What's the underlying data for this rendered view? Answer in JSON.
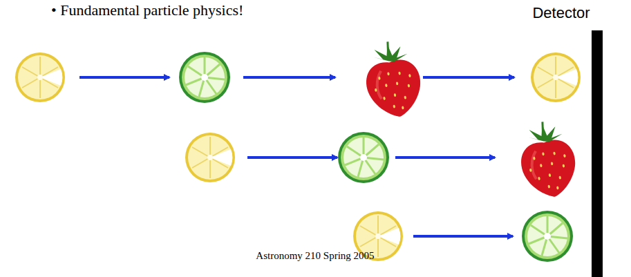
{
  "diagram": {
    "labels": [
      "• Fundamental particle physics!",
      "Detector",
      "Astronomy 210 Spring 2005"
    ]
  }
}
